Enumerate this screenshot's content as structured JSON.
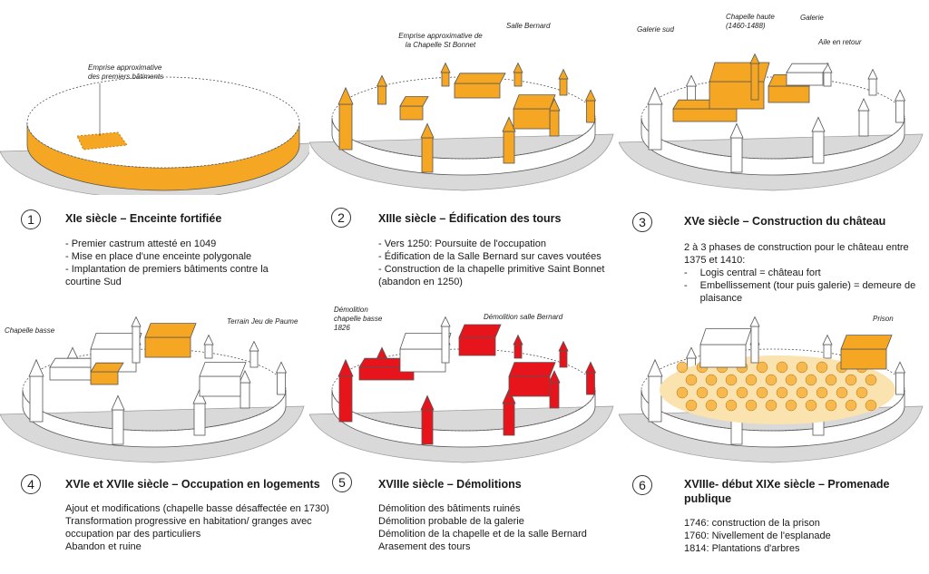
{
  "colors": {
    "orange": "#f5a623",
    "red": "#e8141c",
    "rock": "#d9d9d9",
    "outline": "#555555",
    "lawn": "#fbe3b0"
  },
  "panels": [
    {
      "num": "1",
      "title": "XIe siècle – Enceinte fortifiée",
      "lines": [
        "- Premier castrum attesté en 1049",
        "- Mise en place d'une enceinte polygonale",
        "- Implantation de premiers bâtiments contre la",
        "courtine Sud"
      ],
      "labels": [
        "Emprise approximative des premiers bâtiments"
      ]
    },
    {
      "num": "2",
      "title": "XIIIe siècle – Édification des tours",
      "lines": [
        "- Vers 1250: Poursuite de l'occupation",
        "- Édification de la Salle Bernard sur caves voutées",
        "- Construction de la chapelle primitive Saint Bonnet",
        "(abandon en 1250)"
      ],
      "labels": [
        "Emprise approximative de la Chapelle St Bonnet",
        "Salle Bernard"
      ]
    },
    {
      "num": "3",
      "title": "XVe siècle – Construction du château",
      "lines": [
        "2 à 3 phases de construction pour le château entre",
        "1375 et 1410:"
      ],
      "bullets": [
        {
          "dash": "-",
          "text": "Logis central = château fort"
        },
        {
          "dash": "-",
          "text": "Embellissement (tour puis galerie) = demeure de plaisance"
        }
      ],
      "labels": [
        "Galerie sud",
        "Chapelle haute (1460-1488)",
        "Galerie",
        "Aile en retour"
      ]
    },
    {
      "num": "4",
      "title": "XVIe et XVIIe siècle – Occupation en logements",
      "lines": [
        "Ajout et modifications (chapelle basse désaffectée en 1730)",
        "Transformation progressive en habitation/ granges avec",
        "occupation par des particuliers",
        "Abandon et ruine"
      ],
      "labels": [
        "Chapelle basse",
        "Terrain Jeu de Paume"
      ]
    },
    {
      "num": "5",
      "title": "XVIIIe siècle – Démolitions",
      "lines": [
        "Démolition des bâtiments ruinés",
        "Démolition probable de la galerie",
        "Démolition de la chapelle et de la salle Bernard",
        "Arasement des tours"
      ],
      "labels": [
        "Démolition chapelle basse 1826",
        "Démolition salle Bernard"
      ]
    },
    {
      "num": "6",
      "title": "XVIIIe- début XIXe siècle – Promenade publique",
      "lines": [
        "1746: construction de la prison",
        "1760: Nivellement de l'esplanade",
        "1814: Plantations d'arbres"
      ],
      "labels": [
        "Prison"
      ]
    }
  ]
}
